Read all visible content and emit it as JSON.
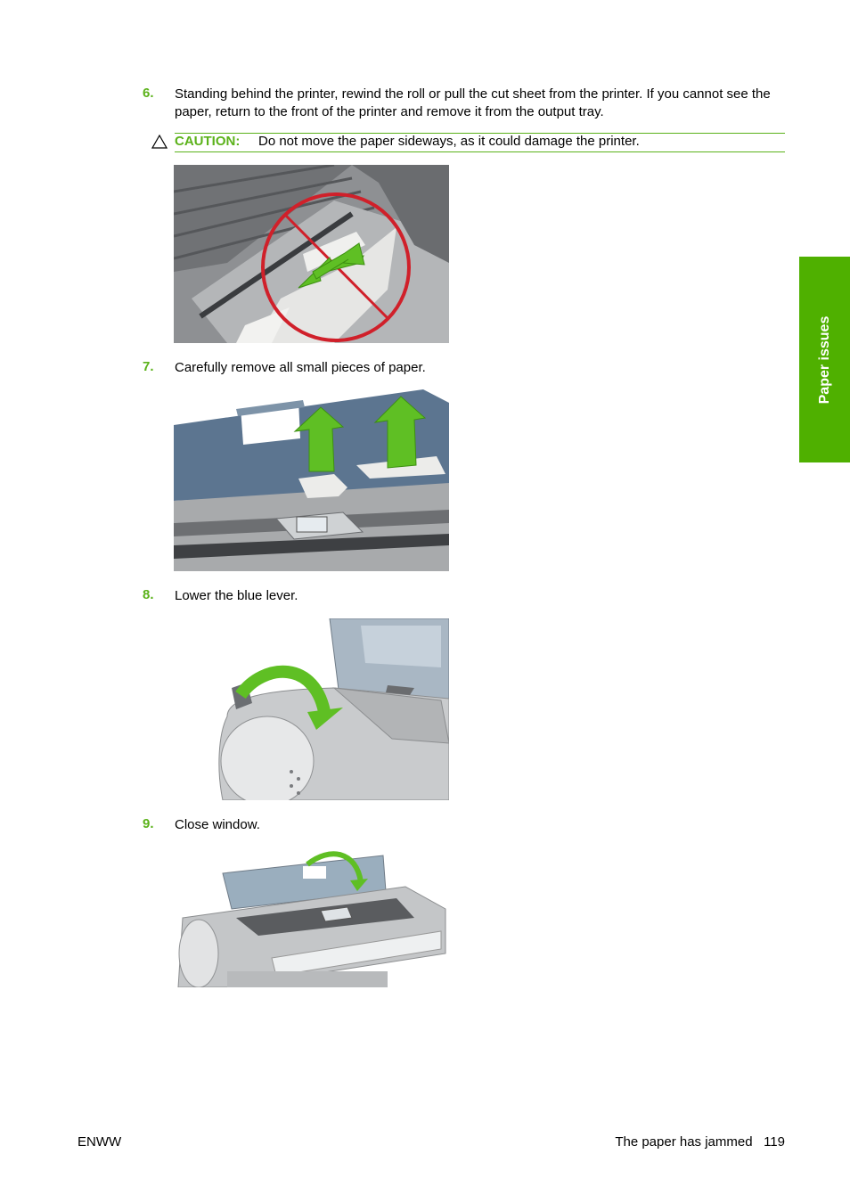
{
  "steps": [
    {
      "number": "6.",
      "text": "Standing behind the printer, rewind the roll or pull the cut sheet from the printer. If you cannot see the paper, return to the front of the printer and remove it from the output tray."
    },
    {
      "number": "7.",
      "text": "Carefully remove all small pieces of paper."
    },
    {
      "number": "8.",
      "text": "Lower the blue lever."
    },
    {
      "number": "9.",
      "text": "Close window."
    }
  ],
  "caution": {
    "label": "CAUTION:",
    "text": "Do not move the paper sideways, as it could damage the printer."
  },
  "side_tab": {
    "label": "Paper issues"
  },
  "footer": {
    "left": "ENWW",
    "title": "The paper has jammed",
    "page": "119"
  },
  "colors": {
    "accent_green": "#5bb21a",
    "tab_green": "#4fb000",
    "prohibition_red": "#d0202a",
    "arrow_green": "#5fbf24"
  },
  "icons": [
    "caution-triangle-icon"
  ]
}
